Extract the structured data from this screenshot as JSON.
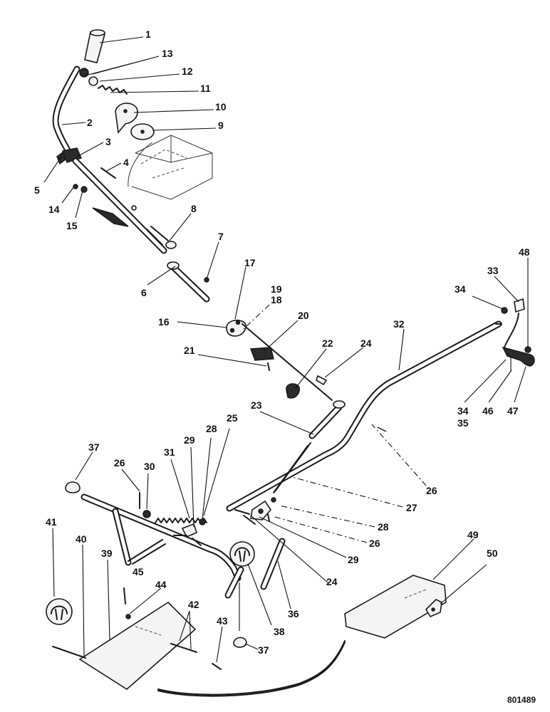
{
  "diagram": {
    "reference_number": "801489",
    "callouts": {
      "c1": "1",
      "c2": "2",
      "c3": "3",
      "c4": "4",
      "c5": "5",
      "c6": "6",
      "c7": "7",
      "c8": "8",
      "c9": "9",
      "c10": "10",
      "c11": "11",
      "c12": "12",
      "c13": "13",
      "c14": "14",
      "c15": "15",
      "c16": "16",
      "c17": "17",
      "c18": "18",
      "c19": "19",
      "c20": "20",
      "c21": "21",
      "c22": "22",
      "c23": "23",
      "c24a": "24",
      "c24b": "24",
      "c25": "25",
      "c26a": "26",
      "c26b": "26",
      "c26c": "26",
      "c27": "27",
      "c28a": "28",
      "c28b": "28",
      "c29a": "29",
      "c29b": "29",
      "c30": "30",
      "c31": "31",
      "c32": "32",
      "c33": "33",
      "c34a": "34",
      "c34b": "34",
      "c35": "35",
      "c36": "36",
      "c37a": "37",
      "c37b": "37",
      "c38": "38",
      "c39": "39",
      "c40": "40",
      "c41": "41",
      "c42": "42",
      "c43": "43",
      "c44": "44",
      "c45": "45",
      "c46": "46",
      "c47": "47",
      "c48": "48",
      "c49": "49",
      "c50": "50"
    }
  }
}
